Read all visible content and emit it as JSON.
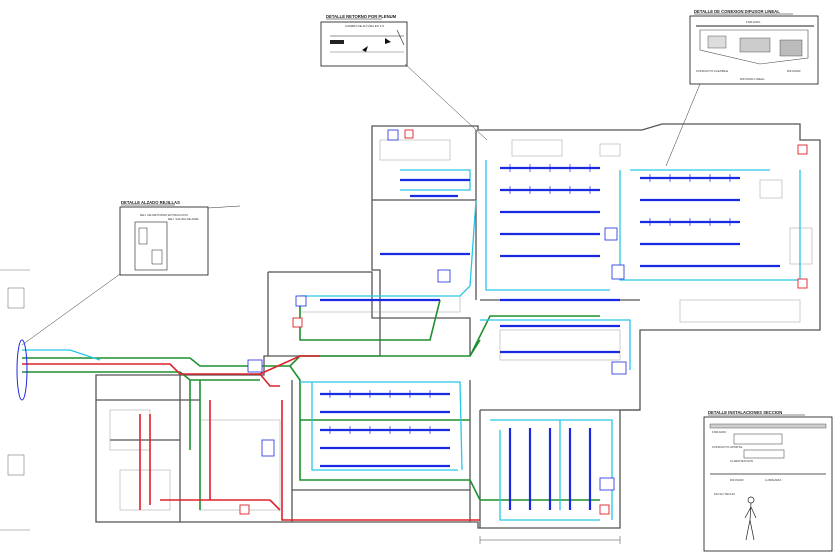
{
  "details": {
    "plenum_title": "DETALLE RETORNO POR PLENUM",
    "plenum_note": "CAMBIO DE ALTURA EN 1.5",
    "diffuser_title": "DETALLE DE CONEXION DIFUSOR LINEAL",
    "diffuser_top": "FORJADO",
    "diffuser_flex": "CONDUCTO FLEXIBLE",
    "diffuser_diff": "DIFUSOR",
    "diffuser_lin": "DIFUSOR LINEAL",
    "grille_title": "DETALLE ALZADO REJILLAS",
    "grille_a": "REJ. DE RETORNO EXTRACCION",
    "grille_b": "REJ. SALIDA DE AIRE",
    "section_title": "DETALLE INSTALACIONES SECCION",
    "section_slab": "FORJADO",
    "section_supply": "CONDUCTO APORTE",
    "section_duct": "CLIMATIZACION",
    "section_diff": "DIFUSOR",
    "section_lamp": "LUMINARIA",
    "section_ceiling": "FALSO TECHO"
  },
  "colors": {
    "supply": "#1f8f2f",
    "return": "#e0202a",
    "cyan": "#26c6e8",
    "blue": "#1a2ae0",
    "wall": "#555555"
  }
}
